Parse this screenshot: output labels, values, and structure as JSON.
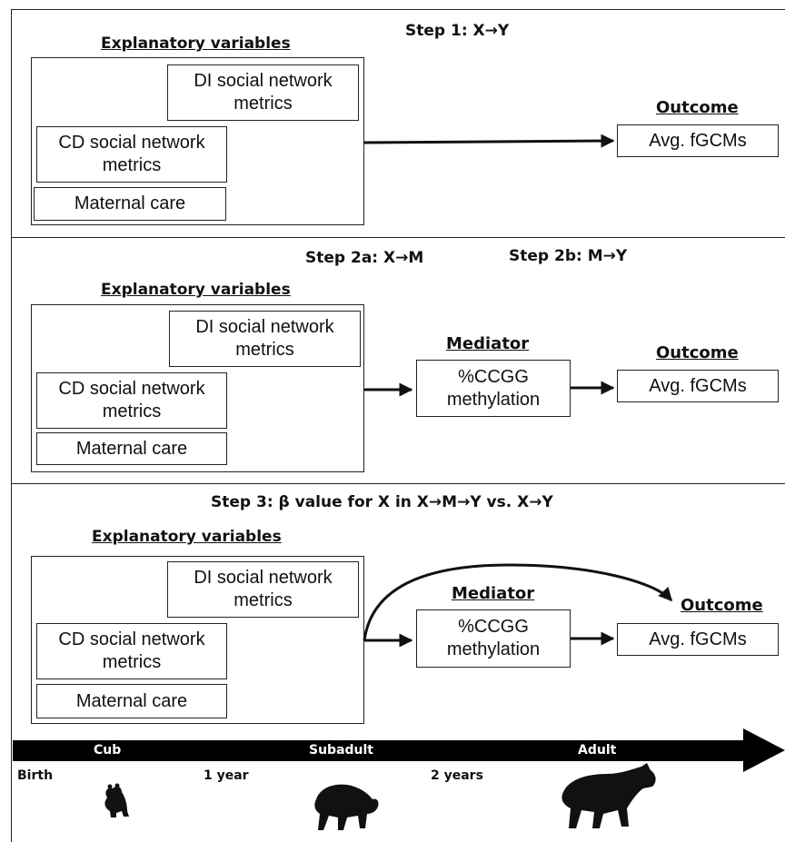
{
  "panel1": {
    "step": "Step 1: X→Y",
    "explanatory_title": "Explanatory variables",
    "di_box": "DI social network metrics",
    "cd_box": "CD social network metrics",
    "maternal_box": "Maternal care",
    "outcome_title": "Outcome",
    "outcome_box": "Avg. fGCMs"
  },
  "panel2": {
    "step_a": "Step 2a: X→M",
    "step_b": "Step 2b: M→Y",
    "explanatory_title": "Explanatory variables",
    "di_box": "DI social network metrics",
    "cd_box": "CD social network metrics",
    "maternal_box": "Maternal care",
    "mediator_title": "Mediator",
    "mediator_box": "%CCGG methylation",
    "outcome_title": "Outcome",
    "outcome_box": "Avg. fGCMs"
  },
  "panel3": {
    "step": "Step 3: β value for X in X→M→Y vs. X→Y",
    "explanatory_title": "Explanatory variables",
    "di_box": "DI social network metrics",
    "cd_box": "CD social network metrics",
    "maternal_box": "Maternal care",
    "mediator_title": "Mediator",
    "mediator_box": "%CCGG methylation",
    "outcome_title": "Outcome",
    "outcome_box": "Avg. fGCMs"
  },
  "timeline": {
    "stages": [
      "Cub",
      "Subadult",
      "Adult"
    ],
    "ticks": [
      "Birth",
      "1 year",
      "2 years"
    ]
  },
  "icons": [
    "hyena-cub-icon",
    "hyena-subadult-icon",
    "hyena-adult-icon"
  ]
}
